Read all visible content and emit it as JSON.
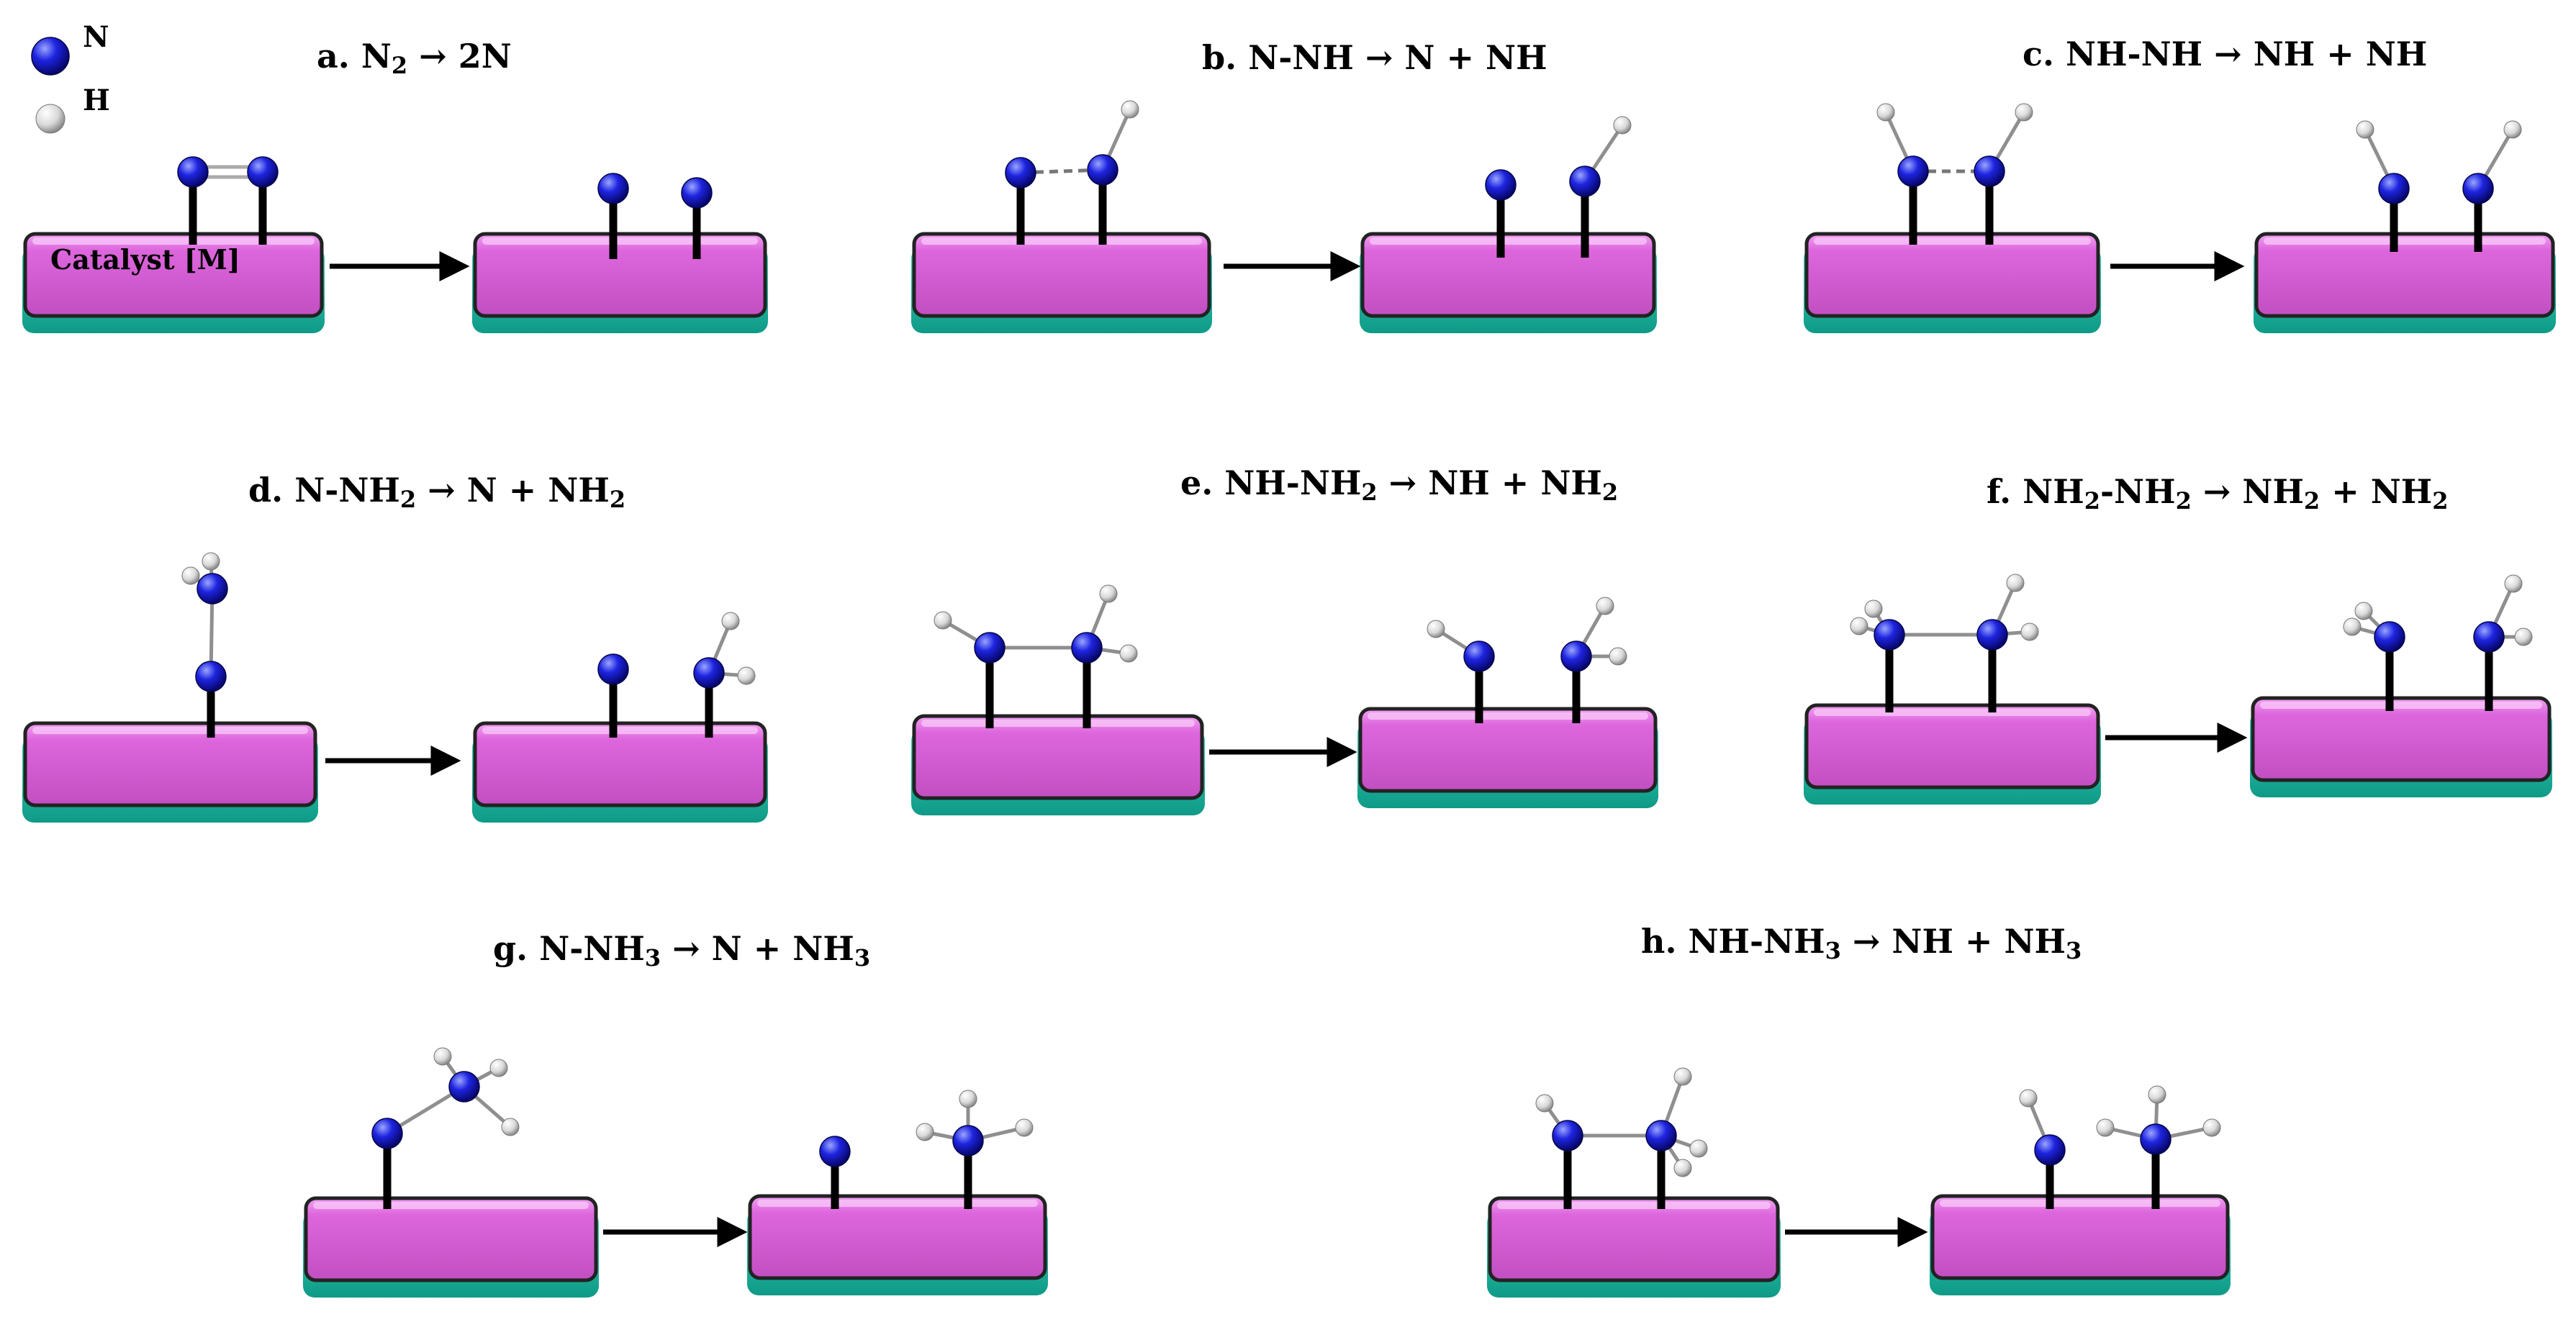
{
  "legend": {
    "n_label": "N",
    "h_label": "H"
  },
  "catalyst_label": "Catalyst [M]",
  "reactions": [
    {
      "id": "a",
      "title": [
        "a. N",
        {
          "sub": "2"
        },
        " → 2N"
      ]
    },
    {
      "id": "b",
      "title": [
        "b. N-NH → N + NH"
      ]
    },
    {
      "id": "c",
      "title": [
        "c. NH-NH → NH + NH"
      ]
    },
    {
      "id": "d",
      "title": [
        "d. N-NH",
        {
          "sub": "2"
        },
        " → N + NH",
        {
          "sub": "2"
        }
      ]
    },
    {
      "id": "e",
      "title": [
        "e. NH-NH",
        {
          "sub": "2"
        },
        " → NH + NH",
        {
          "sub": "2"
        }
      ]
    },
    {
      "id": "f",
      "title": [
        "f. NH",
        {
          "sub": "2"
        },
        "-NH",
        {
          "sub": "2"
        },
        " → NH",
        {
          "sub": "2"
        },
        " + NH",
        {
          "sub": "2"
        }
      ]
    },
    {
      "id": "g",
      "title": [
        "g. N-NH",
        {
          "sub": "3"
        },
        " → N + NH",
        {
          "sub": "3"
        }
      ]
    },
    {
      "id": "h",
      "title": [
        "h. NH-NH",
        {
          "sub": "3"
        },
        " → NH + NH",
        {
          "sub": "3"
        }
      ]
    }
  ],
  "colors": {
    "nitrogen": "#1414d6",
    "hydrogen": "#e6e6e6",
    "catalyst": "#d962d9",
    "support": "#19b8a0",
    "arrow": "#000000"
  }
}
